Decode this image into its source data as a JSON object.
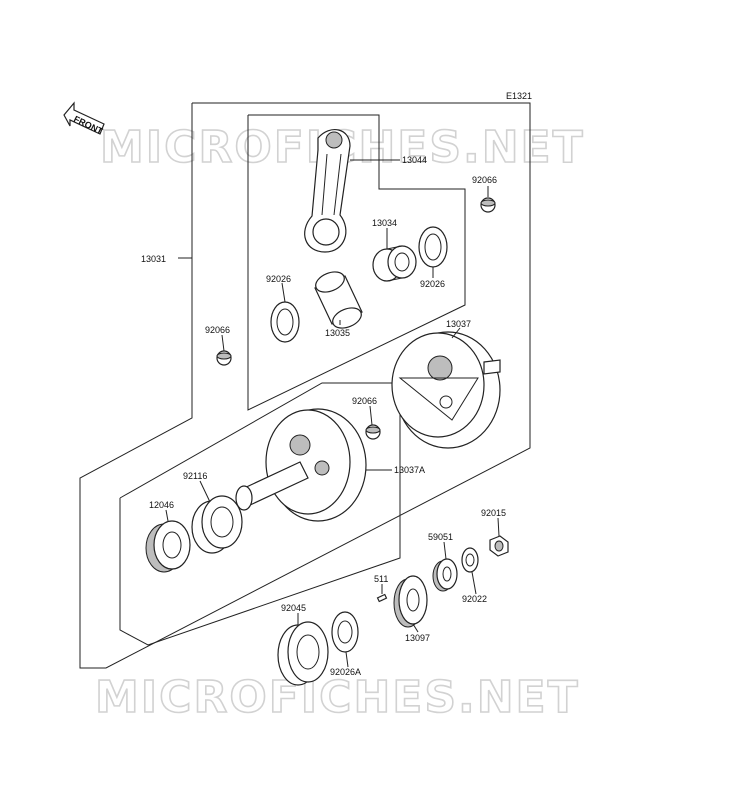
{
  "diagram_code": "E1321",
  "front_label": "FRONT",
  "watermark": "MICROFICHES.NET",
  "parts": {
    "p13031": "13031",
    "p13044": "13044",
    "p92066a": "92066",
    "p13034": "13034",
    "p92026a": "92026",
    "p92026b": "92026",
    "p13035": "13035",
    "p92066b": "92066",
    "p13037": "13037",
    "p92066c": "92066",
    "p13037A": "13037A",
    "p92116": "92116",
    "p12046": "12046",
    "p92015": "92015",
    "p59051": "59051",
    "p511": "511",
    "p92022": "92022",
    "p92045": "92045",
    "p13097": "13097",
    "p92026A": "92026A"
  }
}
